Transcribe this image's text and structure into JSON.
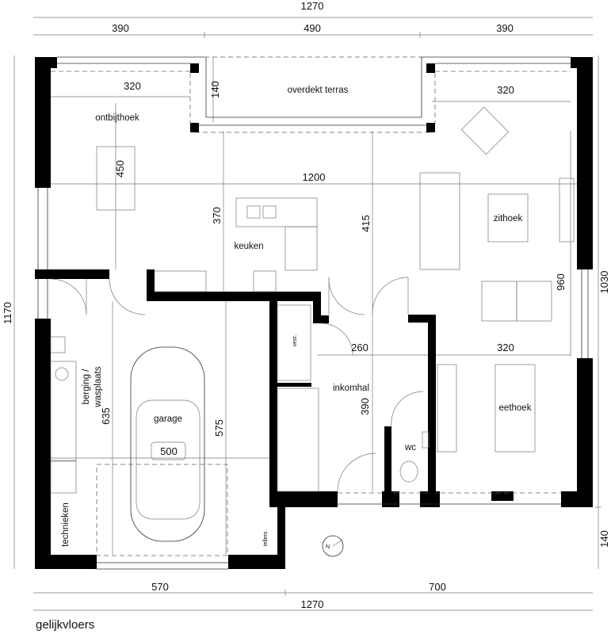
{
  "caption": "gelijkvloers",
  "dimensions": {
    "top_total": "1270",
    "top_left": "390",
    "top_middle": "490",
    "top_right": "390",
    "bottom_left": "570",
    "bottom_right": "700",
    "bottom_total": "1270",
    "left_total": "1170",
    "right_main": "1030",
    "right_offset": "140",
    "terrace_depth": "140",
    "ontbijthoek_width": "320",
    "ontbijthoek_depth": "450",
    "zithoek_width": "320",
    "living_length": "1200",
    "keuken_depth": "370",
    "hall_depth_415": "415",
    "zithoek_depth": "960",
    "inkomhal_width": "260",
    "eethoek_width": "320",
    "inkomhal_depth": "390",
    "berging_depth": "635",
    "garage_depth": "575",
    "garage_width": "500"
  },
  "rooms": {
    "terras": "overdekt terras",
    "ontbijthoek": "ontbijthoek",
    "keuken": "keuken",
    "zithoek": "zithoek",
    "berging": "berging /",
    "berging_2": "wasplaats",
    "garage": "garage",
    "vest": "vest.",
    "inkomhal": "inkomhal",
    "wc": "wc",
    "eethoek": "eethoek",
    "technieken": "technieken",
    "tellers": "tellers"
  },
  "compass": {
    "label": "N"
  }
}
